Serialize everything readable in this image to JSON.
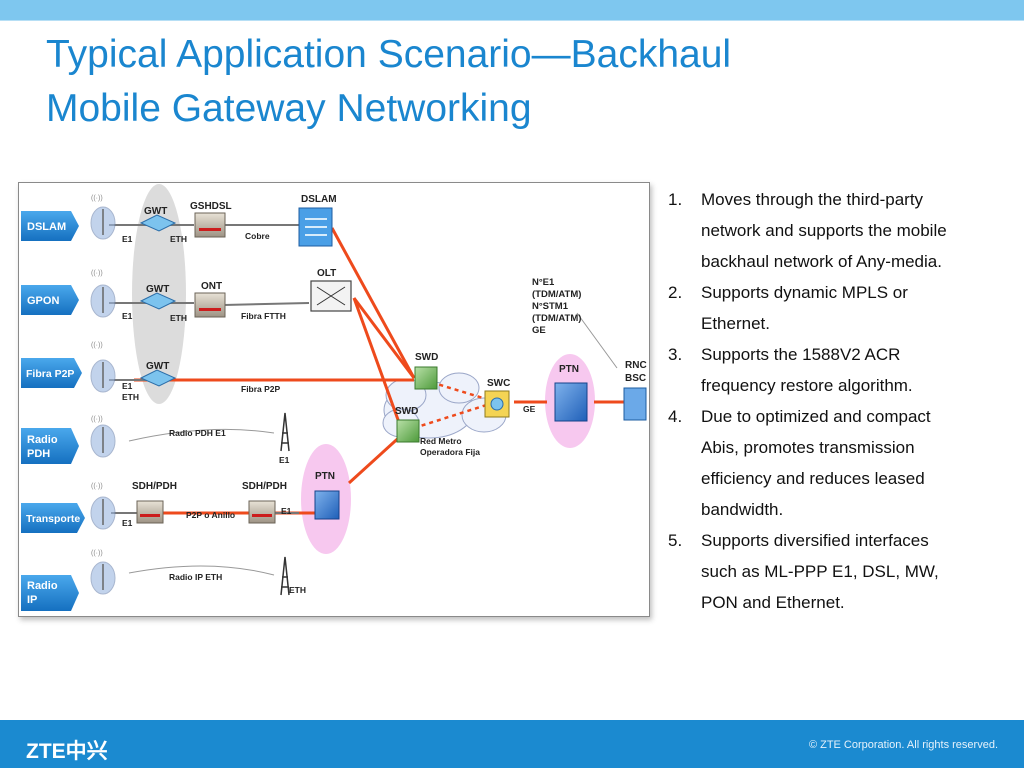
{
  "title": {
    "line1": "Typical Application Scenario—Backhaul",
    "line2": "Mobile Gateway Networking"
  },
  "diagram": {
    "side_labels": [
      "DSLAM",
      "GPON",
      "Fibra P2P",
      "Radio PDH",
      "Transporte",
      "Radio IP"
    ],
    "side_labels_lines": {
      "radio_pdh_1": "Radio",
      "radio_pdh_2": "PDH",
      "radio_ip_1": "Radio",
      "radio_ip_2": "IP"
    },
    "nodes": {
      "gwt": "GWT",
      "gshdsl": "GSHDSL",
      "dslam": "DSLAM",
      "ont": "ONT",
      "olt": "OLT",
      "swd": "SWD",
      "swc": "SWC",
      "ptn": "PTN",
      "rnc": "RNC",
      "bsc": "BSC",
      "sdh_pdh": "SDH/PDH"
    },
    "link_labels": {
      "e1": "E1",
      "eth": "ETH",
      "cobre": "Cobre",
      "fibra_ftth": "Fibra FTTH",
      "fibra_p2p": "Fibra P2P",
      "radio_pdh_e1": "Radio PDH E1",
      "p2p_anillo": "P2P o Anillo",
      "radio_ip_eth": "Radio IP ETH",
      "ge": "GE",
      "red_metro_1": "Red Metro",
      "red_metro_2": "Operadora Fija"
    },
    "interfaces": [
      "N°E1",
      "(TDM/ATM)",
      "N°STM1",
      "(TDM/ATM)",
      "GE"
    ],
    "antenna_text": "((·))"
  },
  "features": [
    {
      "num": "1.",
      "lines": [
        "Moves through the third-party",
        "network and supports the mobile",
        "backhaul network of Any-media."
      ]
    },
    {
      "num": "2.",
      "lines": [
        "Supports dynamic MPLS or",
        "Ethernet."
      ]
    },
    {
      "num": "3.",
      "lines": [
        "Supports the 1588V2  ACR",
        "frequency restore algorithm."
      ]
    },
    {
      "num": "4.",
      "lines": [
        "Due to optimized and compact",
        "Abis, promotes transmission",
        "efficiency and reduces leased",
        "bandwidth."
      ]
    },
    {
      "num": "5.",
      "lines": [
        "Supports diversified interfaces",
        "such as ML-PPP E1, DSL, MW,",
        "PON and Ethernet."
      ]
    }
  ],
  "footer": {
    "logo": "ZTE中兴",
    "copyright": "© ZTE Corporation. All rights reserved."
  },
  "colors": {
    "accent": "#1a86cf",
    "footer": "#1b8ad0",
    "side_label": "#1e8fd8",
    "red_link": "#ee4a1c",
    "ptn_halo": "#f7c8ef"
  }
}
